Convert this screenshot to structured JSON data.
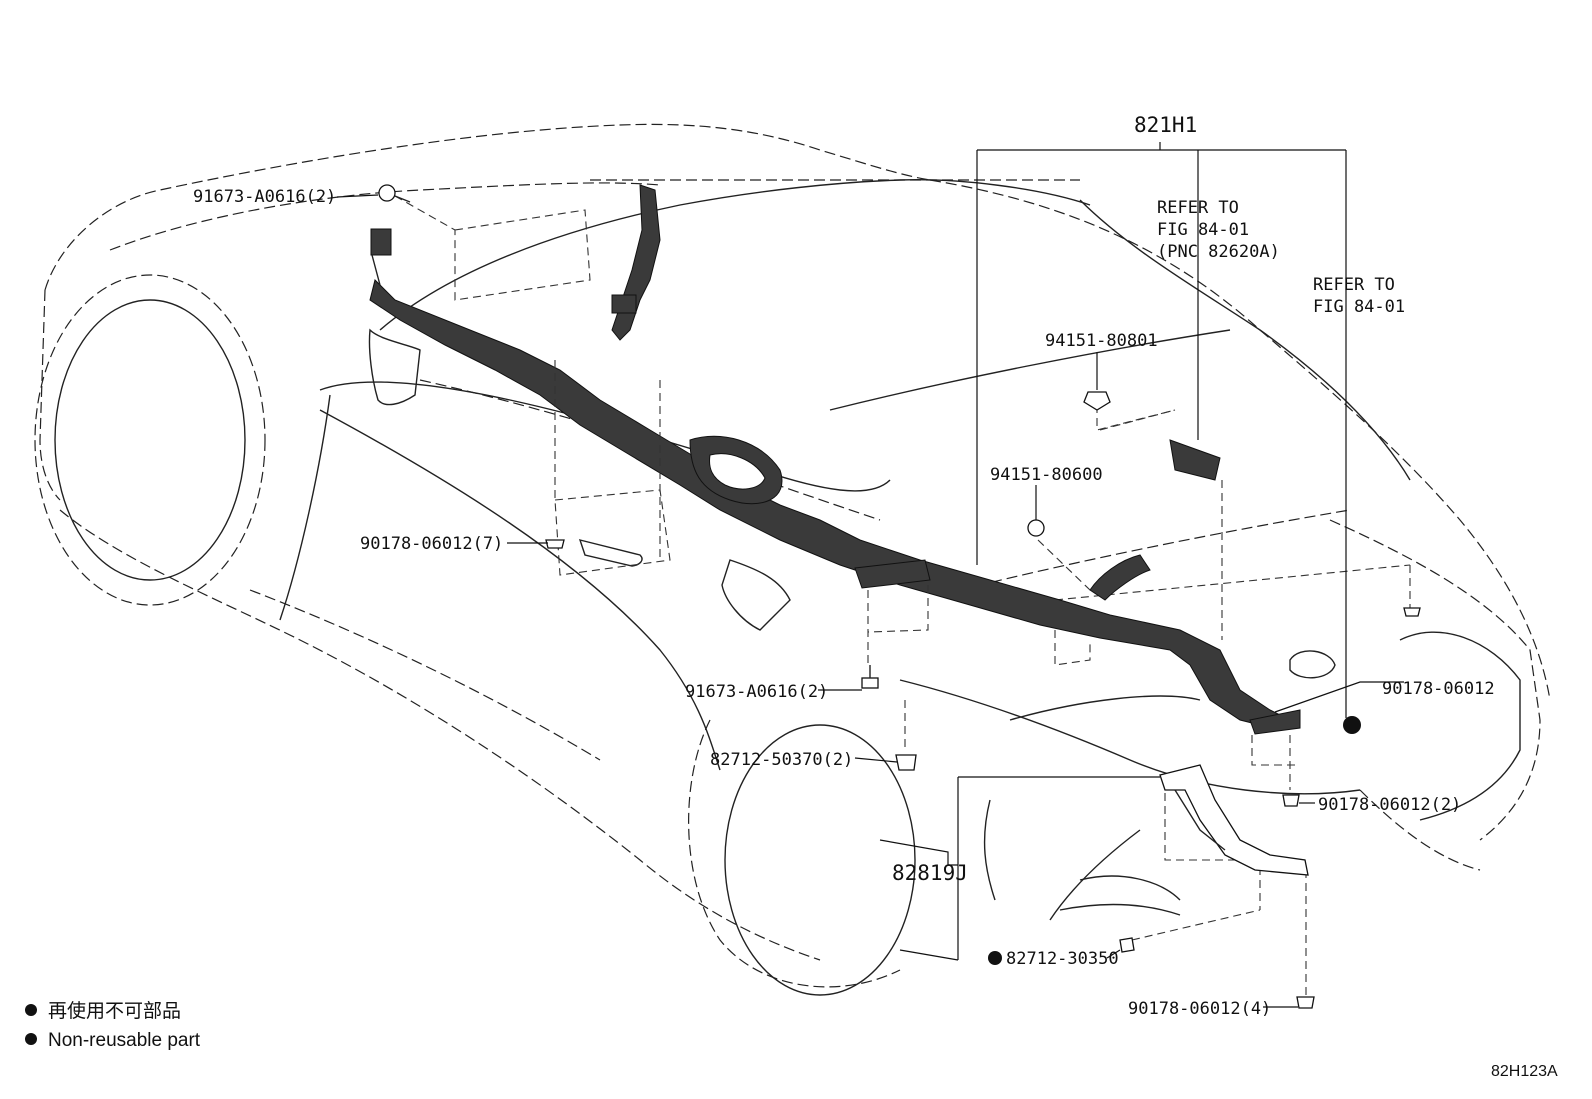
{
  "diagram_id": "82H123A",
  "labels": {
    "main_assembly": "821H1",
    "refer_a_line1": "REFER TO",
    "refer_a_line2": "FIG 84-01",
    "refer_a_line3": "(PNC 82620A)",
    "refer_b_line1": "REFER TO",
    "refer_b_line2": "FIG 84-01",
    "p_91673_top": "91673-A0616(2)",
    "p_94151_80801": "94151-80801",
    "p_94151_80600": "94151-80600",
    "p_90178_7": "90178-06012(7)",
    "p_90178_single": "90178-06012",
    "p_91673_mid": "91673-A0616(2)",
    "p_82712_50370": "82712-50370(2)",
    "p_90178_2": "90178-06012(2)",
    "p_82819J": "82819J",
    "p_82712_30350": "82712-30350",
    "p_90178_4": "90178-06012(4)"
  },
  "legend": {
    "line1": "再使用不可部品",
    "line2": "Non-reusable part"
  },
  "colors": {
    "ink": "#111111",
    "background": "#ffffff"
  }
}
